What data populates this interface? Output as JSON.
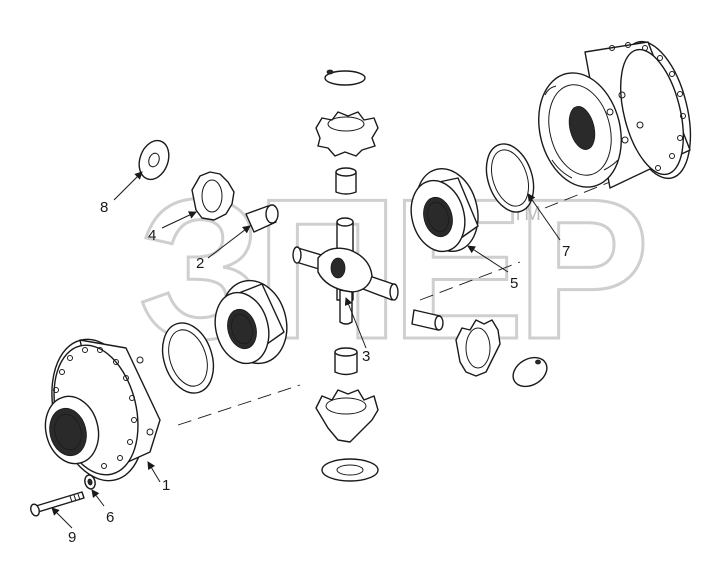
{
  "watermark": {
    "text": "ЗПЕР",
    "tm": "TM"
  },
  "callouts": [
    {
      "id": "1",
      "label": "1"
    },
    {
      "id": "2",
      "label": "2"
    },
    {
      "id": "3",
      "label": "3"
    },
    {
      "id": "4",
      "label": "4"
    },
    {
      "id": "5",
      "label": "5"
    },
    {
      "id": "6",
      "label": "6"
    },
    {
      "id": "7",
      "label": "7"
    },
    {
      "id": "8",
      "label": "8"
    },
    {
      "id": "9",
      "label": "9"
    }
  ]
}
